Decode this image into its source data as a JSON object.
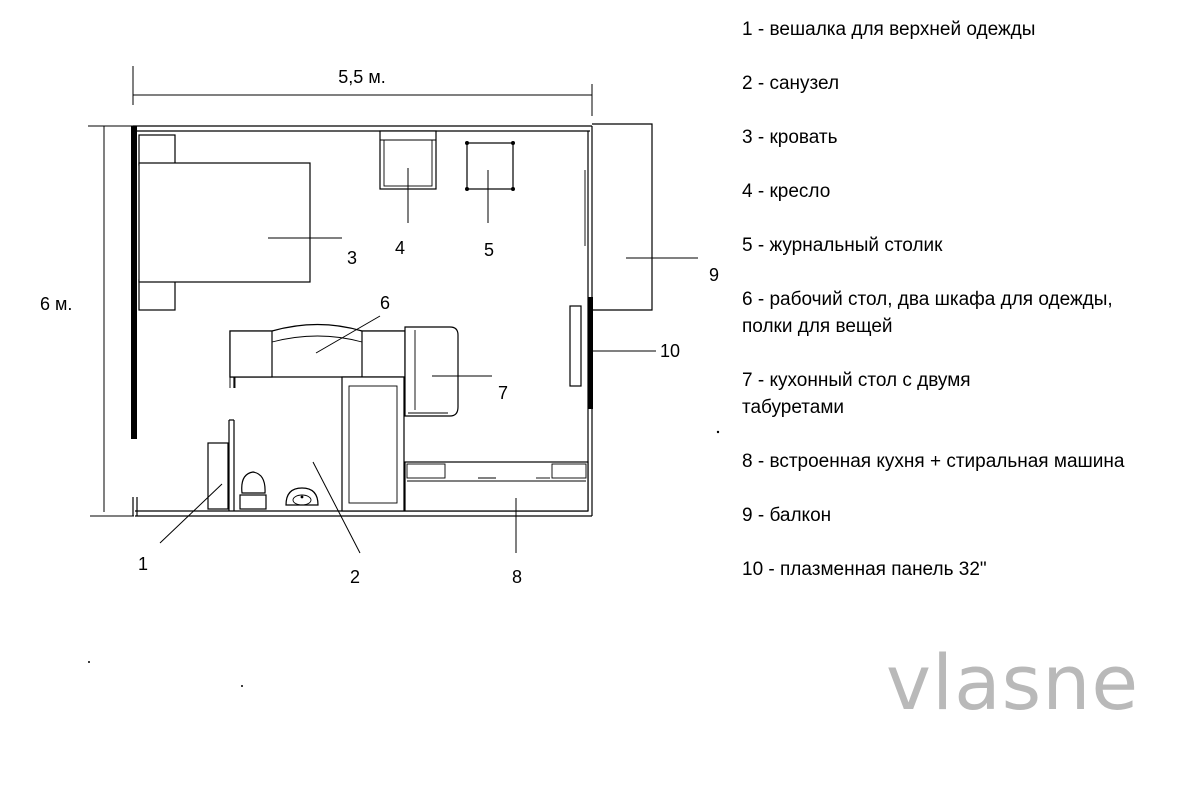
{
  "dimensions": {
    "width": "5,5 м.",
    "height": "6 м."
  },
  "markers": [
    "1",
    "2",
    "3",
    "4",
    "5",
    "6",
    "7",
    "8",
    "9",
    "10"
  ],
  "legend": [
    "1 - вешалка для верхней одежды",
    "2 - санузел",
    "3 - кровать",
    "4 - кресло",
    "5 - журнальный столик",
    "6 - рабочий стол, два шкафа для одежды, полки для вещей",
    "7 - кухонный стол с двумя табуретами",
    "8 - встроенная кухня + стиральная машина",
    "9 - балкон",
    "10 - плазменная панель 32\""
  ],
  "watermark": "vlasne"
}
